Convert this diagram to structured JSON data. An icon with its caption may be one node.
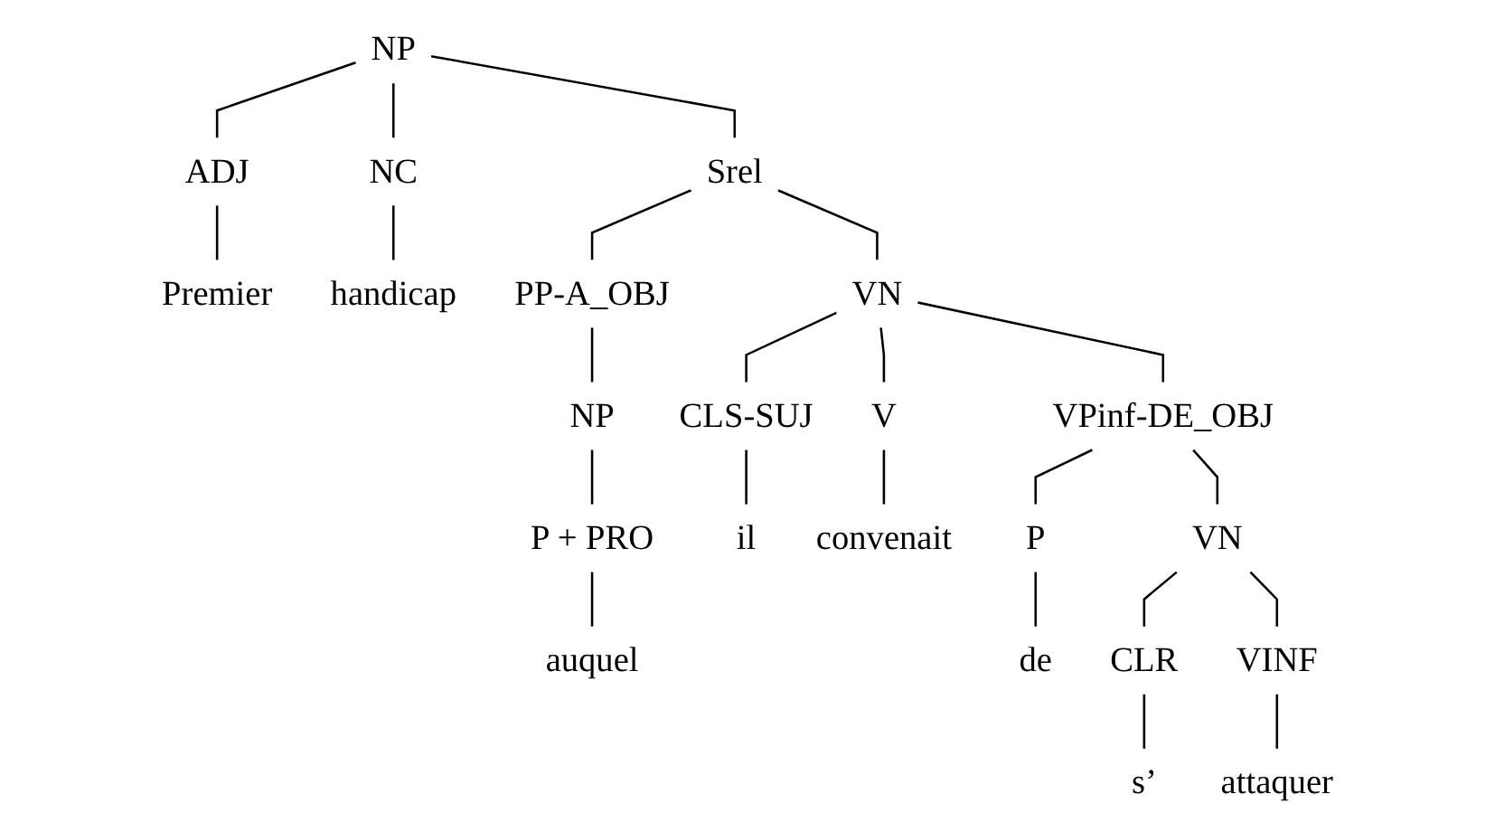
{
  "diagram": {
    "nodes": [
      {
        "text": [
          "NP"
        ]
      },
      {
        "text": [
          "ADJ"
        ]
      },
      {
        "text": [
          "NC"
        ]
      },
      {
        "text": [
          "Srel"
        ]
      },
      {
        "text": [
          "Premier"
        ]
      },
      {
        "text": [
          "handicap"
        ]
      },
      {
        "text": [
          "PP-A_OBJ"
        ]
      },
      {
        "text": [
          "VN"
        ]
      },
      {
        "text": [
          "NP"
        ]
      },
      {
        "text": [
          "CLS-SUJ"
        ]
      },
      {
        "text": [
          "V"
        ]
      },
      {
        "text": [
          "VPinf-DE_OBJ"
        ]
      },
      {
        "text": [
          "P + PRO"
        ]
      },
      {
        "text": [
          "il"
        ]
      },
      {
        "text": [
          "convenait"
        ]
      },
      {
        "text": [
          "P"
        ]
      },
      {
        "text": [
          "VN"
        ]
      },
      {
        "text": [
          "auquel"
        ]
      },
      {
        "text": [
          "de"
        ]
      },
      {
        "text": [
          "CLR"
        ]
      },
      {
        "text": [
          "VINF"
        ]
      },
      {
        "text": [
          "s’"
        ]
      },
      {
        "text": [
          "attaquer"
        ]
      }
    ],
    "edges": [
      {
        "from": 0,
        "to": 1,
        "arrow": "none"
      },
      {
        "from": 0,
        "to": 2,
        "arrow": "none"
      },
      {
        "from": 0,
        "to": 3,
        "arrow": "none"
      },
      {
        "from": 1,
        "to": 4,
        "arrow": "none"
      },
      {
        "from": 2,
        "to": 5,
        "arrow": "none"
      },
      {
        "from": 3,
        "to": 6,
        "arrow": "none"
      },
      {
        "from": 3,
        "to": 7,
        "arrow": "none"
      },
      {
        "from": 6,
        "to": 8,
        "arrow": "none"
      },
      {
        "from": 7,
        "to": 9,
        "arrow": "none"
      },
      {
        "from": 7,
        "to": 10,
        "arrow": "none"
      },
      {
        "from": 7,
        "to": 11,
        "arrow": "none"
      },
      {
        "from": 8,
        "to": 12,
        "arrow": "none"
      },
      {
        "from": 9,
        "to": 13,
        "arrow": "none"
      },
      {
        "from": 10,
        "to": 14,
        "arrow": "none"
      },
      {
        "from": 11,
        "to": 15,
        "arrow": "none"
      },
      {
        "from": 11,
        "to": 16,
        "arrow": "none"
      },
      {
        "from": 12,
        "to": 17,
        "arrow": "none"
      },
      {
        "from": 15,
        "to": 18,
        "arrow": "none"
      },
      {
        "from": 16,
        "to": 19,
        "arrow": "none"
      },
      {
        "from": 16,
        "to": 20,
        "arrow": "none"
      },
      {
        "from": 19,
        "to": 21,
        "arrow": "none"
      },
      {
        "from": 20,
        "to": 22,
        "arrow": "none"
      }
    ]
  }
}
